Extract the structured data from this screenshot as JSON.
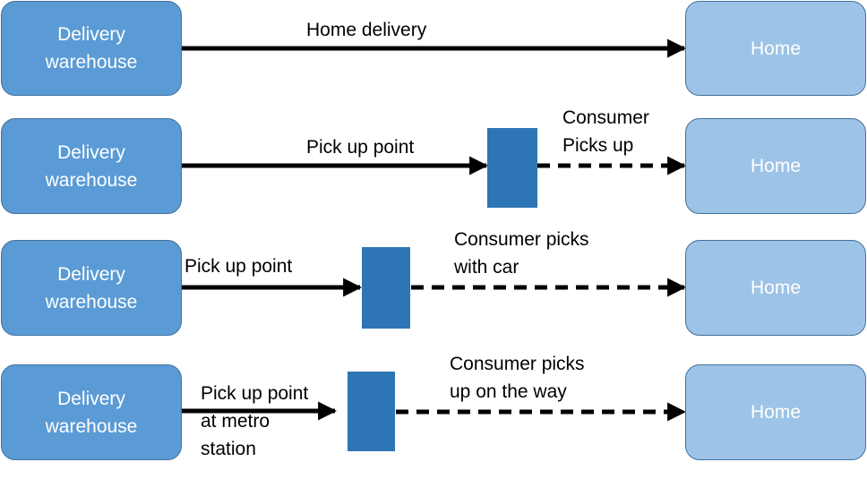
{
  "rows": [
    {
      "warehouse": "Delivery warehouse",
      "home": "Home",
      "label": "Home delivery"
    },
    {
      "warehouse": "Delivery warehouse",
      "home": "Home",
      "label": "Pick up point",
      "consumer_label_1": "Consumer",
      "consumer_label_2": "Picks up"
    },
    {
      "warehouse": "Delivery warehouse",
      "home": "Home",
      "label": "Pick up point",
      "consumer_label_1": "Consumer picks",
      "consumer_label_2": "with car"
    },
    {
      "warehouse": "Delivery warehouse",
      "home": "Home",
      "label_1": "Pick up point",
      "label_2": "at metro",
      "label_3": "station",
      "consumer_label_1": "Consumer picks",
      "consumer_label_2": "up on the way"
    }
  ]
}
